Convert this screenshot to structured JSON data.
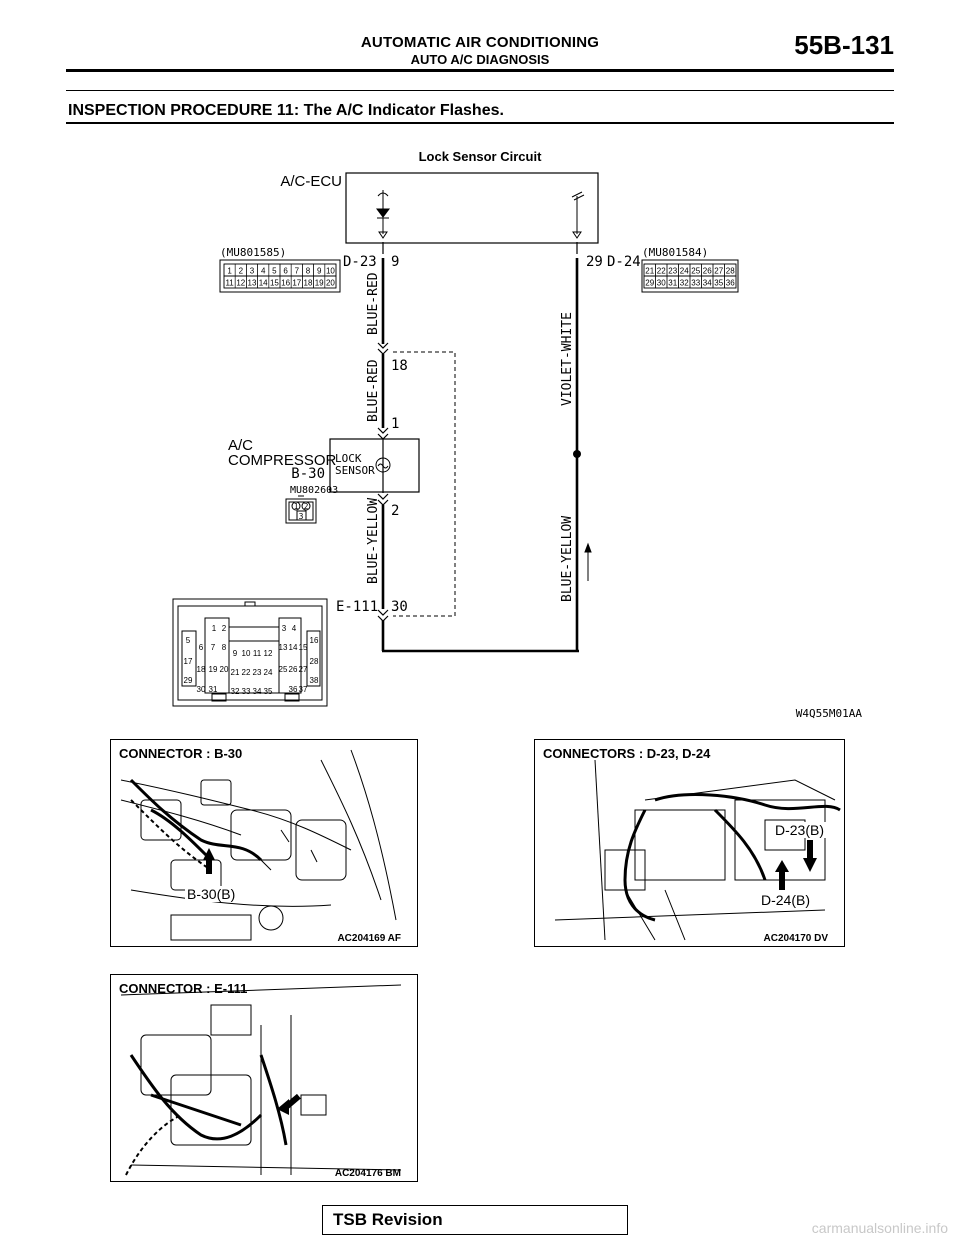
{
  "header": {
    "title": "AUTOMATIC AIR CONDITIONING",
    "subtitle": "AUTO A/C DIAGNOSIS",
    "page_number": "55B-131"
  },
  "section_title": "INSPECTION PROCEDURE 11: The A/C Indicator Flashes.",
  "diagram": {
    "title": "Lock Sensor Circuit",
    "ecu_label": "A/C-ECU",
    "left_part_number": "(MU801585)",
    "right_part_number": "(MU801584)",
    "conn_d23": "D-23",
    "conn_d24": "D-24",
    "pin_9": "9",
    "pin_29": "29",
    "pin_18": "18",
    "pin_1": "1",
    "pin_2": "2",
    "pin_30": "30",
    "wire_blue_red_1": "BLUE-RED",
    "wire_blue_red_2": "BLUE-RED",
    "wire_violet_white": "VIOLET-WHITE",
    "wire_blue_yellow_1": "BLUE-YELLOW",
    "wire_blue_yellow_2": "BLUE-YELLOW",
    "compressor_line1": "A/C",
    "compressor_line2": "COMPRESSOR",
    "compressor_conn": "B-30",
    "lock_sensor_line1": "LOCK",
    "lock_sensor_line2": "SENSOR",
    "b30_part_number": "MU802603",
    "conn_e111": "E-111",
    "d23_pins_row1": [
      "1",
      "2",
      "3",
      "4",
      "5",
      "6",
      "7",
      "8",
      "9",
      "10"
    ],
    "d23_pins_row2": [
      "11",
      "12",
      "13",
      "14",
      "15",
      "16",
      "17",
      "18",
      "19",
      "20"
    ],
    "d24_pins_row1": [
      "21",
      "22",
      "23",
      "24",
      "25",
      "26",
      "27",
      "28"
    ],
    "d24_pins_row2": [
      "29",
      "30",
      "31",
      "32",
      "33",
      "34",
      "35",
      "36"
    ],
    "b30_pins": [
      "1",
      "2",
      "3"
    ],
    "e111_pins": [
      "1",
      "2",
      "3",
      "4",
      "5",
      "6",
      "7",
      "8",
      "9",
      "10",
      "11",
      "12",
      "13",
      "14",
      "15",
      "16",
      "17",
      "18",
      "19",
      "20",
      "21",
      "22",
      "23",
      "24",
      "25",
      "26",
      "27",
      "28",
      "29",
      "30",
      "31",
      "32",
      "33",
      "34",
      "35",
      "36",
      "37",
      "38"
    ],
    "figure_code": "W4Q55M01AA"
  },
  "photos": [
    {
      "label": "CONNECTOR : B-30",
      "callout": "B-30(B)",
      "code": "AC204169 AF"
    },
    {
      "label": "CONNECTORS : D-23, D-24",
      "callout_1": "D-23(B)",
      "callout_2": "D-24(B)",
      "code": "AC204170 DV"
    },
    {
      "label": "CONNECTOR : E-111",
      "code": "AC204176 BM"
    }
  ],
  "footer": {
    "tsb_label": "TSB Revision",
    "watermark": "carmanualsonline.info"
  }
}
